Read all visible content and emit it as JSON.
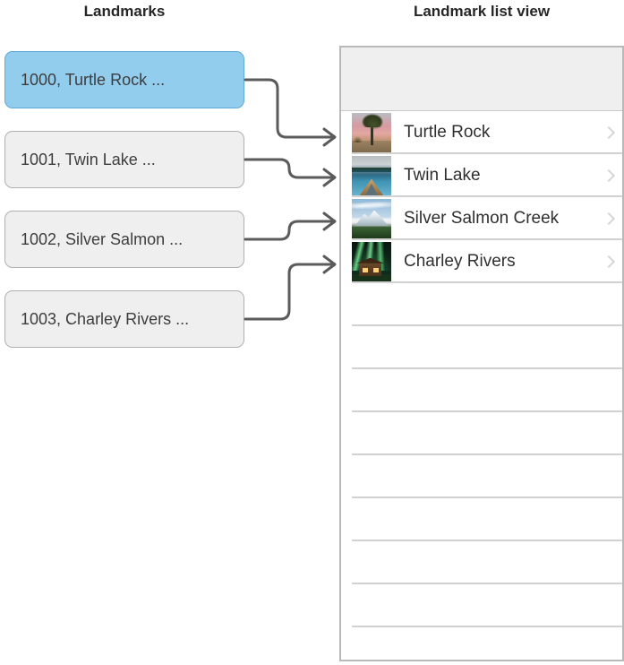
{
  "left_panel": {
    "title": "Landmarks",
    "nodes": [
      {
        "label": "1000, Turtle Rock ...",
        "selected": true
      },
      {
        "label": "1001, Twin Lake ...",
        "selected": false
      },
      {
        "label": "1002, Silver Salmon ...",
        "selected": false
      },
      {
        "label": "1003, Charley Rivers ...",
        "selected": false
      }
    ]
  },
  "right_panel": {
    "title": "Landmark list view",
    "rows": [
      {
        "label": "Turtle Rock",
        "thumb": "turtle-rock-thumbnail",
        "accessory": "chevron-right-icon"
      },
      {
        "label": "Twin Lake",
        "thumb": "twin-lake-thumbnail",
        "accessory": "chevron-right-icon"
      },
      {
        "label": "Silver Salmon Creek",
        "thumb": "silver-salmon-creek-thumbnail",
        "accessory": "chevron-right-icon"
      },
      {
        "label": "Charley Rivers",
        "thumb": "charley-rivers-thumbnail",
        "accessory": "chevron-right-icon"
      }
    ],
    "empty_row_count": 9
  },
  "connectors": {
    "count": 4,
    "arrowhead": "arrow-right",
    "color": "#5b5b5b",
    "description": "Each landmark node connects to its matching list row"
  },
  "colors": {
    "selected_fill": "#93cdee",
    "selected_border": "#61a9d6",
    "node_fill": "#efefef",
    "node_border": "#b0b0b0",
    "panel_border": "#b9b9b9",
    "list_header_fill": "#efefef",
    "separator": "#d2d2d2",
    "chevron": "#d6d6d6",
    "title_text": "#262626",
    "connector": "#5b5b5b"
  }
}
